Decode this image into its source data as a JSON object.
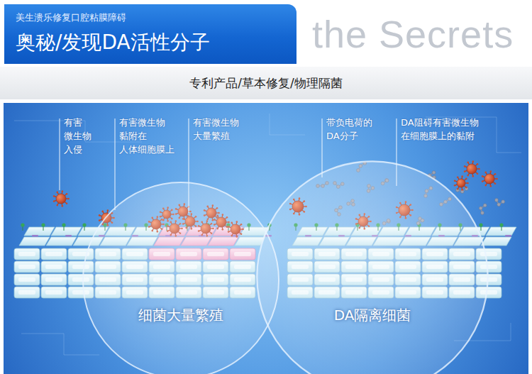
{
  "diagram": {
    "nodes": [
      {
        "text": [
          "美生溃乐修复口腔粘膜障碍",
          "奥秘/发现DA活性分子"
        ]
      },
      {
        "text": [
          "专利产品/草本修复/物理隔菌"
        ]
      },
      {
        "text": [
          "细菌大量繁殖"
        ]
      },
      {
        "text": [
          "DA隔离细菌"
        ]
      }
    ],
    "labels": [
      "the Secrets",
      "有害 微生物 入侵",
      "有害微生物 黏附在 人体细胞膜上",
      "有害微生物 大量繁殖",
      "带负电荷的 DA分子",
      "DA阻碍有害微生物 在细胞膜上的黏附"
    ]
  }
}
